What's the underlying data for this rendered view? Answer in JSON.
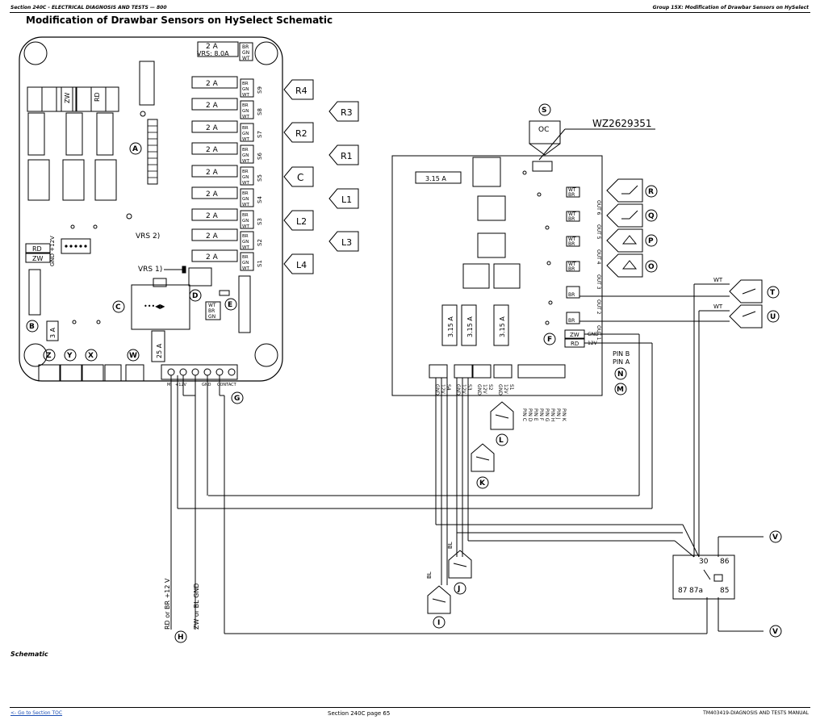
{
  "header": {
    "left": "Section 240C - ELECTRICAL DIAGNOSIS AND TESTS — 800",
    "right": "Group 15X: Modification of Drawbar Sensors on HySelect"
  },
  "title": "Modification of Drawbar Sensors on HySelect Schematic",
  "caption": "Schematic",
  "footer": {
    "link": "<- Go to Section TOC",
    "center": "Section 240C page 65",
    "right": "TM403419-DIAGNOSIS AND TESTS MANUAL"
  },
  "diagram": {
    "part_number": "WZ2629351",
    "left_board": {
      "fuse_top": "2 A",
      "vrs_rating": "VRS: 8.0A",
      "fuse_rows": [
        {
          "fuse": "2 A",
          "slot": "S9"
        },
        {
          "fuse": "2 A",
          "slot": "S8"
        },
        {
          "fuse": "2 A",
          "slot": "S7"
        },
        {
          "fuse": "2 A",
          "slot": "S6"
        },
        {
          "fuse": "2 A",
          "slot": "S5"
        },
        {
          "fuse": "2 A",
          "slot": "S4"
        },
        {
          "fuse": "2 A",
          "slot": "S3"
        },
        {
          "fuse": "2 A",
          "slot": "S2"
        },
        {
          "fuse": "2 A",
          "slot": "S1"
        }
      ],
      "wire_colors": [
        "BR",
        "GN",
        "WT"
      ],
      "small_fuse": "3 A",
      "big_fuse": "25 A",
      "vrs2": "VRS 2)",
      "vrs1": "VRS 1)",
      "relay_zw": "ZW",
      "relay_rd": "RD",
      "rd_label": "RD",
      "zw_label": "ZW",
      "gnd_12v": "GND +12V",
      "terminal_labels": [
        "MI",
        "+12V",
        "GND",
        "CONTACT"
      ]
    },
    "right_board": {
      "oc_label": "OC",
      "fuse_main": "3.15 A",
      "fuse_vertical": [
        "3.15 A",
        "3.15 A",
        "3.15 A"
      ],
      "out_rows": [
        {
          "label": "OUT 6",
          "colors": [
            "WT",
            "BR"
          ]
        },
        {
          "label": "OUT 5",
          "colors": [
            "WT",
            "BR"
          ]
        },
        {
          "label": "OUT 4",
          "colors": [
            "WT",
            "BR"
          ]
        },
        {
          "label": "OUT 3",
          "colors": [
            "WT",
            "BR"
          ]
        },
        {
          "label": "OUT 2",
          "colors": [
            "",
            "BR"
          ]
        },
        {
          "label": "OUT 1",
          "colors": [
            "",
            "BR"
          ]
        }
      ],
      "f_colors": [
        "ZW",
        "RD"
      ],
      "f_pins": [
        "GND",
        "12V"
      ],
      "pin_b": "PIN B",
      "pin_a": "PIN A",
      "bottom_pins": [
        "GND",
        "12V",
        "S4",
        "GND",
        "12V",
        "S3",
        "GND",
        "12V",
        "S2",
        "GND",
        "12V",
        "S1"
      ],
      "pin_list": [
        "PIN C",
        "PIN D",
        "PIN E",
        "PIN F",
        "PIN G",
        "PIN H",
        "PIN J",
        "PIN K"
      ]
    },
    "sensor_labels": [
      "R4",
      "R3",
      "R2",
      "R1",
      "C",
      "L1",
      "L2",
      "L3",
      "L4"
    ],
    "callouts": [
      "A",
      "B",
      "C",
      "D",
      "E",
      "F",
      "G",
      "H",
      "I",
      "J",
      "K",
      "L",
      "M",
      "N",
      "O",
      "P",
      "Q",
      "R",
      "S",
      "T",
      "U",
      "V",
      "V",
      "W",
      "X",
      "Y",
      "Z"
    ],
    "wire_labels": {
      "wt1": "WT",
      "wt2": "WT",
      "bl1": "BL",
      "bl2": "BL",
      "h_red": "RD or BR +12 V",
      "h_gnd": "ZW or BL GND"
    },
    "relay_pins": [
      "30",
      "86",
      "87",
      "87a",
      "85"
    ]
  }
}
